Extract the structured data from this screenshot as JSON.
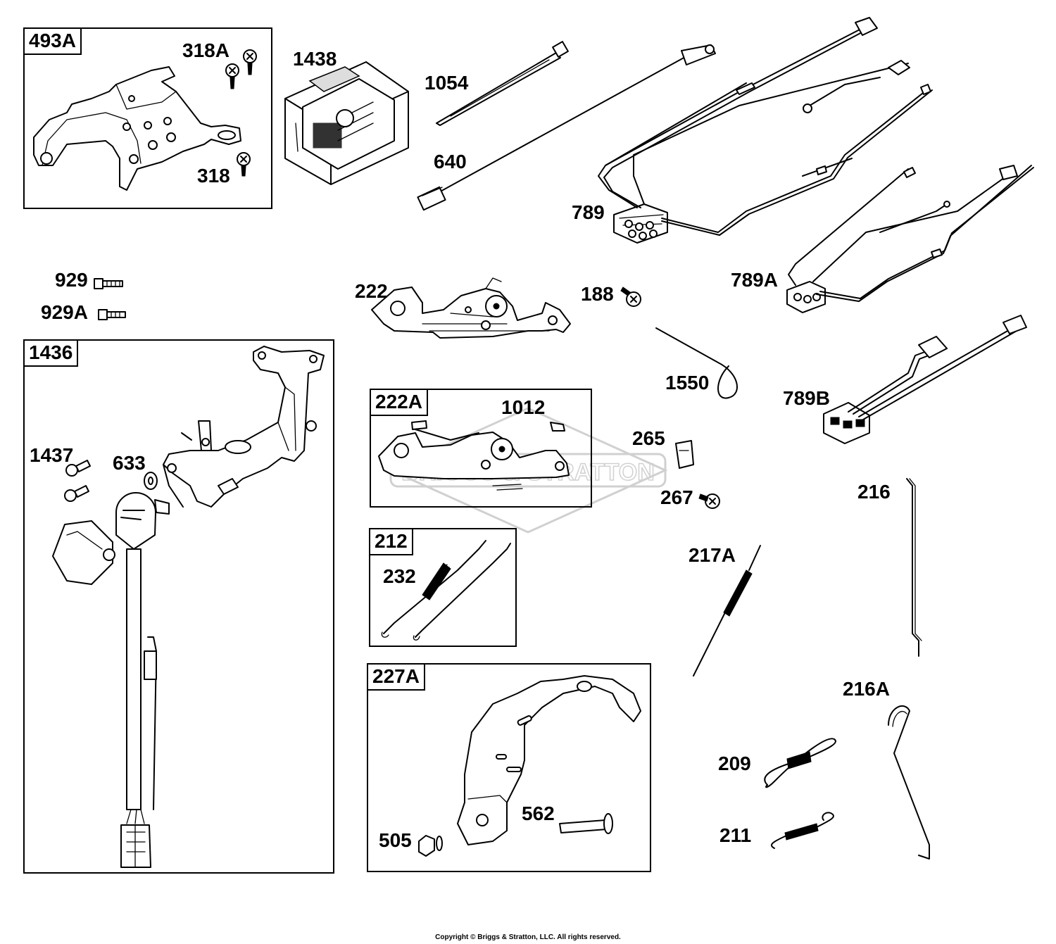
{
  "parts": {
    "p493A": "493A",
    "p318A": "318A",
    "p318": "318",
    "p1438": "1438",
    "p1054": "1054",
    "p640": "640",
    "p789": "789",
    "p789A": "789A",
    "p789B": "789B",
    "p929": "929",
    "p929A": "929A",
    "p222": "222",
    "p188": "188",
    "p1550": "1550",
    "p1436": "1436",
    "p1437": "1437",
    "p633": "633",
    "p222A": "222A",
    "p1012": "1012",
    "p265": "265",
    "p267": "267",
    "p216": "216",
    "p212": "212",
    "p232": "232",
    "p217A": "217A",
    "p227A": "227A",
    "p216A": "216A",
    "p209": "209",
    "p211": "211",
    "p562": "562",
    "p505": "505"
  },
  "watermark": "BRIGGS & STRATTON",
  "copyright": "Copyright © Briggs & Stratton, LLC. All rights reserved."
}
